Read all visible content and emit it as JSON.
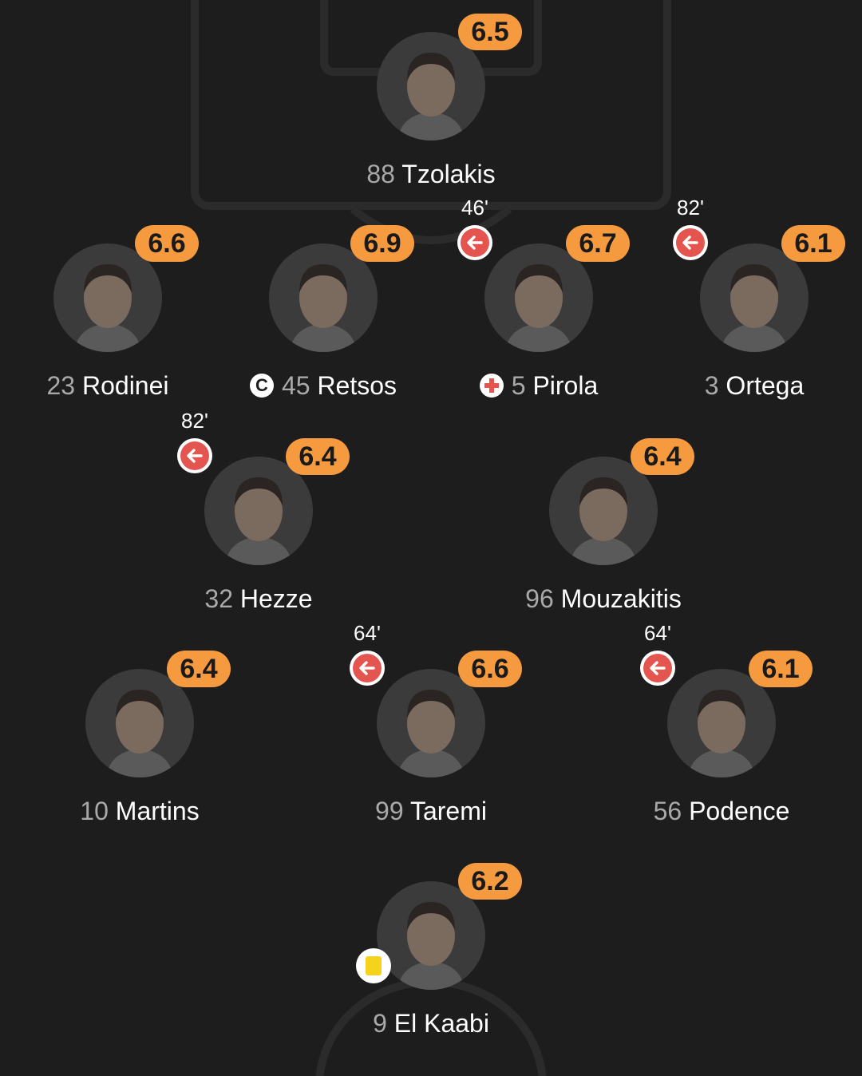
{
  "colors": {
    "background": "#1d1d1d",
    "rating_badge": "#f59a3e",
    "sub_icon": "#e5554f",
    "yellow_card": "#f5d21c",
    "number_text": "#a9a9a9",
    "name_text": "#ffffff"
  },
  "players": [
    {
      "number": "88",
      "name": "Tzolakis",
      "rating": "6.5",
      "sub_time": null,
      "subbed_off": false,
      "captain": false,
      "injured": false,
      "yellow_card": false,
      "rating_value": 6.5
    },
    {
      "number": "23",
      "name": "Rodinei",
      "rating": "6.6",
      "sub_time": null,
      "subbed_off": false,
      "captain": false,
      "injured": false,
      "yellow_card": false,
      "rating_value": 6.6
    },
    {
      "number": "45",
      "name": "Retsos",
      "rating": "6.9",
      "sub_time": null,
      "subbed_off": false,
      "captain": true,
      "captain_mark": "C",
      "injured": false,
      "yellow_card": false,
      "rating_value": 6.9
    },
    {
      "number": "5",
      "name": "Pirola",
      "rating": "6.7",
      "sub_time": "46'",
      "subbed_off": true,
      "captain": false,
      "injured": true,
      "yellow_card": false,
      "rating_value": 6.7
    },
    {
      "number": "3",
      "name": "Ortega",
      "rating": "6.1",
      "sub_time": "82'",
      "subbed_off": true,
      "captain": false,
      "injured": false,
      "yellow_card": false,
      "rating_value": 6.1
    },
    {
      "number": "32",
      "name": "Hezze",
      "rating": "6.4",
      "sub_time": "82'",
      "subbed_off": true,
      "captain": false,
      "injured": false,
      "yellow_card": false,
      "rating_value": 6.4
    },
    {
      "number": "96",
      "name": "Mouzakitis",
      "rating": "6.4",
      "sub_time": null,
      "subbed_off": false,
      "captain": false,
      "injured": false,
      "yellow_card": false,
      "rating_value": 6.4
    },
    {
      "number": "10",
      "name": "Martins",
      "rating": "6.4",
      "sub_time": null,
      "subbed_off": false,
      "captain": false,
      "injured": false,
      "yellow_card": false,
      "rating_value": 6.4
    },
    {
      "number": "99",
      "name": "Taremi",
      "rating": "6.6",
      "sub_time": "64'",
      "subbed_off": true,
      "captain": false,
      "injured": false,
      "yellow_card": false,
      "rating_value": 6.6
    },
    {
      "number": "56",
      "name": "Podence",
      "rating": "6.1",
      "sub_time": "64'",
      "subbed_off": true,
      "captain": false,
      "injured": false,
      "yellow_card": false,
      "rating_value": 6.1
    },
    {
      "number": "9",
      "name": "El Kaabi",
      "rating": "6.2",
      "sub_time": null,
      "subbed_off": false,
      "captain": false,
      "injured": false,
      "yellow_card": true,
      "rating_value": 6.2
    }
  ],
  "icons": {
    "sub": "arrow-left-circle-icon",
    "captain": "captain-icon",
    "injury": "medical-cross-icon",
    "card": "yellow-card-icon",
    "avatar": "player-avatar-icon"
  }
}
